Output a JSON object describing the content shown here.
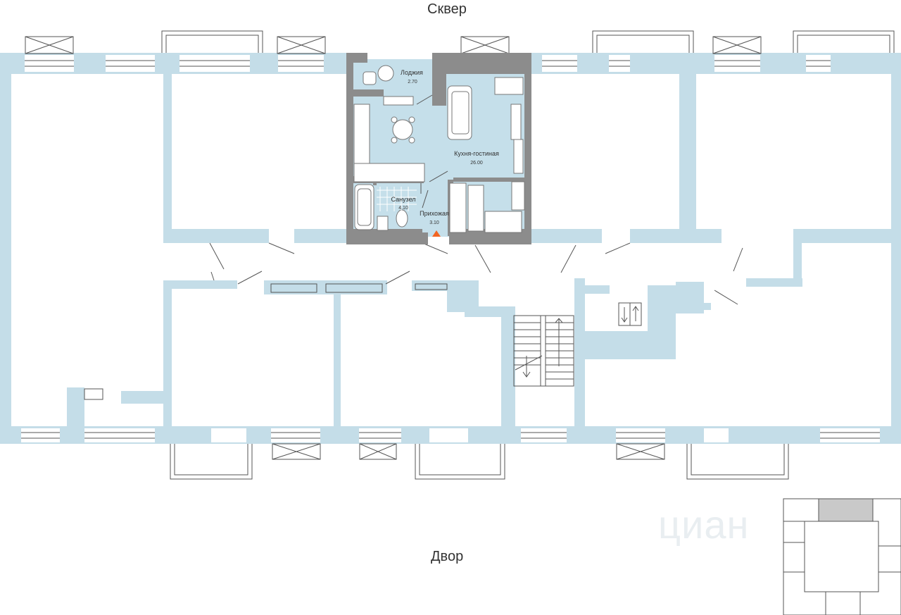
{
  "orientation": {
    "top": "Сквер",
    "bottom": "Двор"
  },
  "watermark": "циан",
  "apartment": {
    "rooms": [
      {
        "name": "Лоджия",
        "area": "2.70"
      },
      {
        "name": "Кухня-гостиная",
        "area": "26.00"
      },
      {
        "name": "Санузел",
        "area": "4.10"
      },
      {
        "name": "Прихожая",
        "area": "3.10"
      }
    ]
  },
  "colors": {
    "walls": "#c4dde8",
    "apartment_walls": "#8c8c8c",
    "apartment_floor": "#c5dfea",
    "entrance_marker": "#f26522",
    "lines": "#555555"
  },
  "icons": [
    "elevator-icon",
    "stairs-icon",
    "entrance-marker-icon",
    "key-plan-icon"
  ]
}
